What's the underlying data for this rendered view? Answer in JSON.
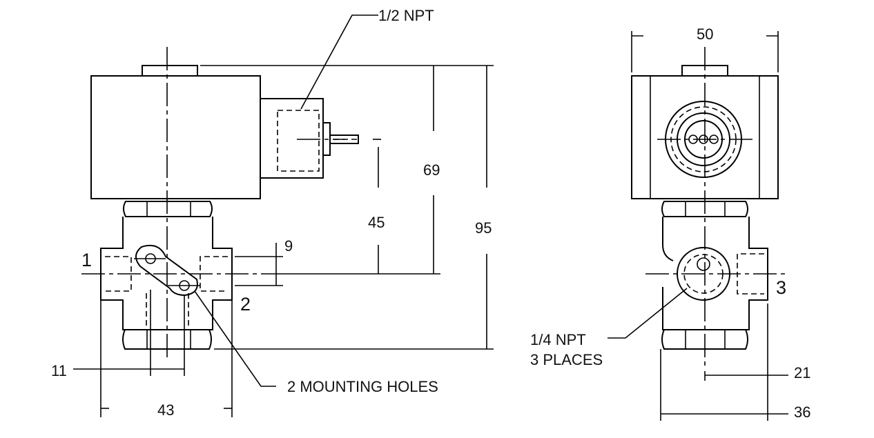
{
  "callouts": {
    "npt_conduit": "1/2 NPT",
    "mounting_holes": "2 MOUNTING HOLES",
    "port_thread_line1": "1/4 NPT",
    "port_thread_line2": "3 PLACES"
  },
  "dimensions": {
    "front_height_overall": "95",
    "front_height_coil": "69",
    "front_height_connector": "45",
    "front_port_offset": "9",
    "front_hole_spacing": "11",
    "front_body_width": "43",
    "side_coil_width": "50",
    "side_port_depth": "21",
    "side_body_depth": "36"
  },
  "port_numbers": {
    "inlet": "1",
    "outlet": "2",
    "exhaust": "3"
  }
}
